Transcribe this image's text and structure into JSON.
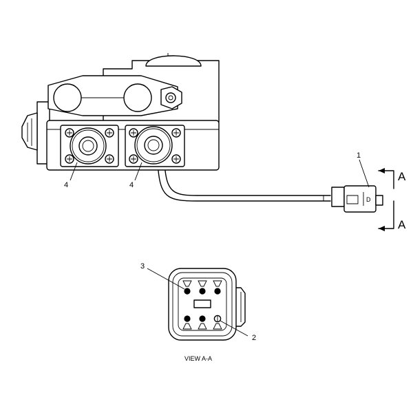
{
  "callouts": {
    "one": "1",
    "two": "2",
    "three": "3",
    "four_left": "4",
    "four_right": "4"
  },
  "section_marks": {
    "top": "A",
    "bottom": "A"
  },
  "view_caption": "VIEW A-A",
  "colors": {
    "line": "#000000",
    "background": "#ffffff"
  }
}
